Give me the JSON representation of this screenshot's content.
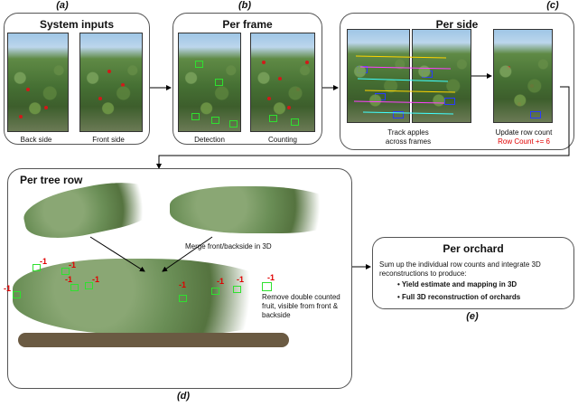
{
  "panels": {
    "a": {
      "letter": "(a)",
      "title": "System inputs",
      "caption_back": "Back side",
      "caption_front": "Front side"
    },
    "b": {
      "letter": "(b)",
      "title": "Per frame",
      "caption_detection": "Detection",
      "caption_counting": "Counting"
    },
    "c": {
      "letter": "(c)",
      "title": "Per side",
      "caption_track": "Track apples\nacross frames",
      "caption_update": "Update row count",
      "row_count_text": "Row Count += 6"
    },
    "d": {
      "letter": "(d)",
      "title": "Per tree row",
      "note_merge": "Merge front/backside in 3D",
      "note_remove": "Remove double counted\nfruit, visible from front &\nbackside",
      "marker": "-1"
    },
    "e": {
      "letter": "(e)",
      "title": "Per orchard",
      "intro": "Sum up the individual row counts and integrate 3D\nreconstructions to produce:",
      "bullets": [
        "Yield estimate and mapping in 3D",
        "Full 3D reconstruction of orchards"
      ]
    }
  },
  "colors": {
    "row_count": "#e00000",
    "marker": "#e00000",
    "detection_box": "#2fe02f",
    "track_box": "#2a3bff"
  }
}
